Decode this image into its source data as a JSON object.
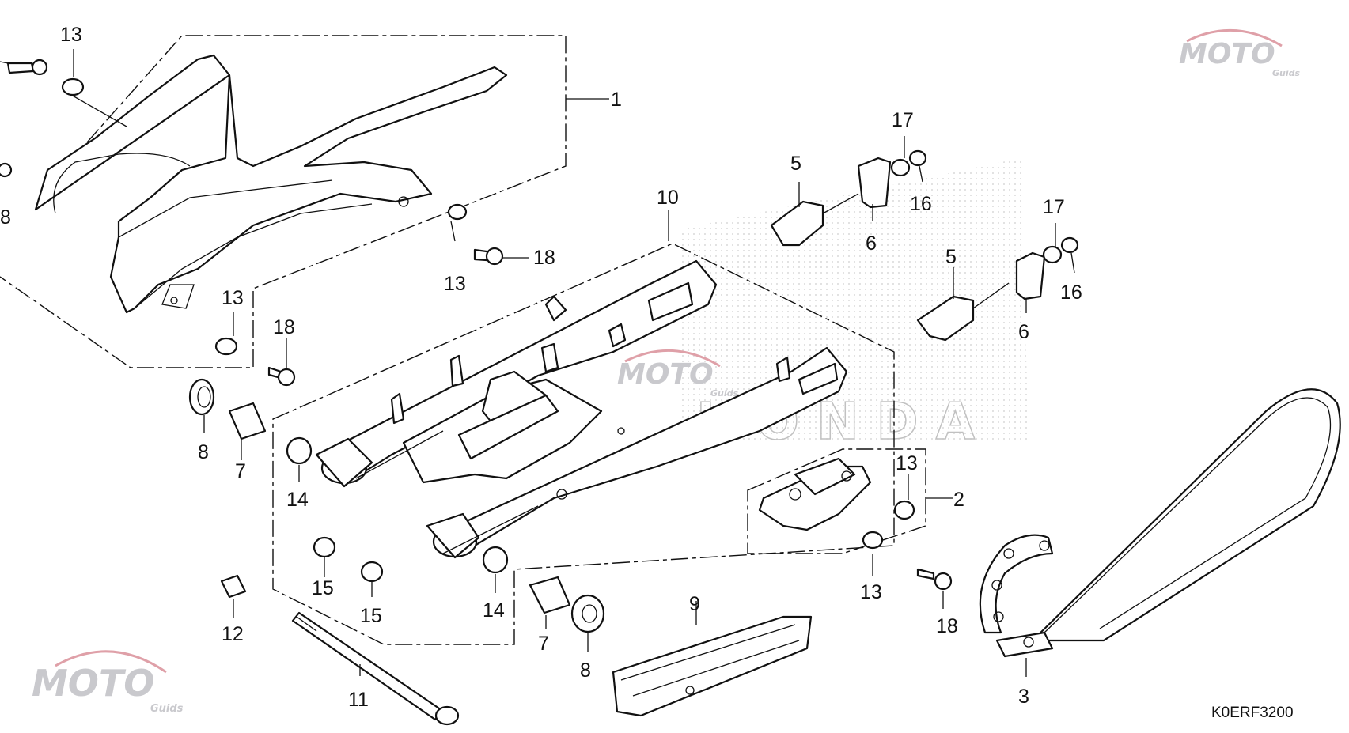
{
  "diagram": {
    "code": "K0ERF3200",
    "callouts": [
      {
        "id": "c1",
        "label": "1"
      },
      {
        "id": "c2",
        "label": "2"
      },
      {
        "id": "c3",
        "label": "3"
      },
      {
        "id": "c5a",
        "label": "5"
      },
      {
        "id": "c5b",
        "label": "5"
      },
      {
        "id": "c6a",
        "label": "6"
      },
      {
        "id": "c6b",
        "label": "6"
      },
      {
        "id": "c7a",
        "label": "7"
      },
      {
        "id": "c7b",
        "label": "7"
      },
      {
        "id": "c8a",
        "label": "8"
      },
      {
        "id": "c8b",
        "label": "8"
      },
      {
        "id": "c9",
        "label": "9"
      },
      {
        "id": "c10",
        "label": "10"
      },
      {
        "id": "c11",
        "label": "11"
      },
      {
        "id": "c12",
        "label": "12"
      },
      {
        "id": "c13a",
        "label": "13"
      },
      {
        "id": "c13b",
        "label": "13"
      },
      {
        "id": "c13c",
        "label": "13"
      },
      {
        "id": "c13d",
        "label": "13"
      },
      {
        "id": "c13e",
        "label": "13"
      },
      {
        "id": "c14a",
        "label": "14"
      },
      {
        "id": "c14b",
        "label": "14"
      },
      {
        "id": "c15a",
        "label": "15"
      },
      {
        "id": "c15b",
        "label": "15"
      },
      {
        "id": "c16a",
        "label": "16"
      },
      {
        "id": "c16b",
        "label": "16"
      },
      {
        "id": "c17a",
        "label": "17"
      },
      {
        "id": "c17b",
        "label": "17"
      },
      {
        "id": "c18a",
        "label": "18"
      },
      {
        "id": "c18b",
        "label": "18"
      },
      {
        "id": "c18c",
        "label": "18"
      },
      {
        "id": "c8edge",
        "label": "8"
      }
    ]
  },
  "watermark": {
    "brand": "MOTO",
    "sub": "Guids",
    "background": "HONDA",
    "color": "#c8c8cc",
    "accent": "#e2a0a8"
  }
}
